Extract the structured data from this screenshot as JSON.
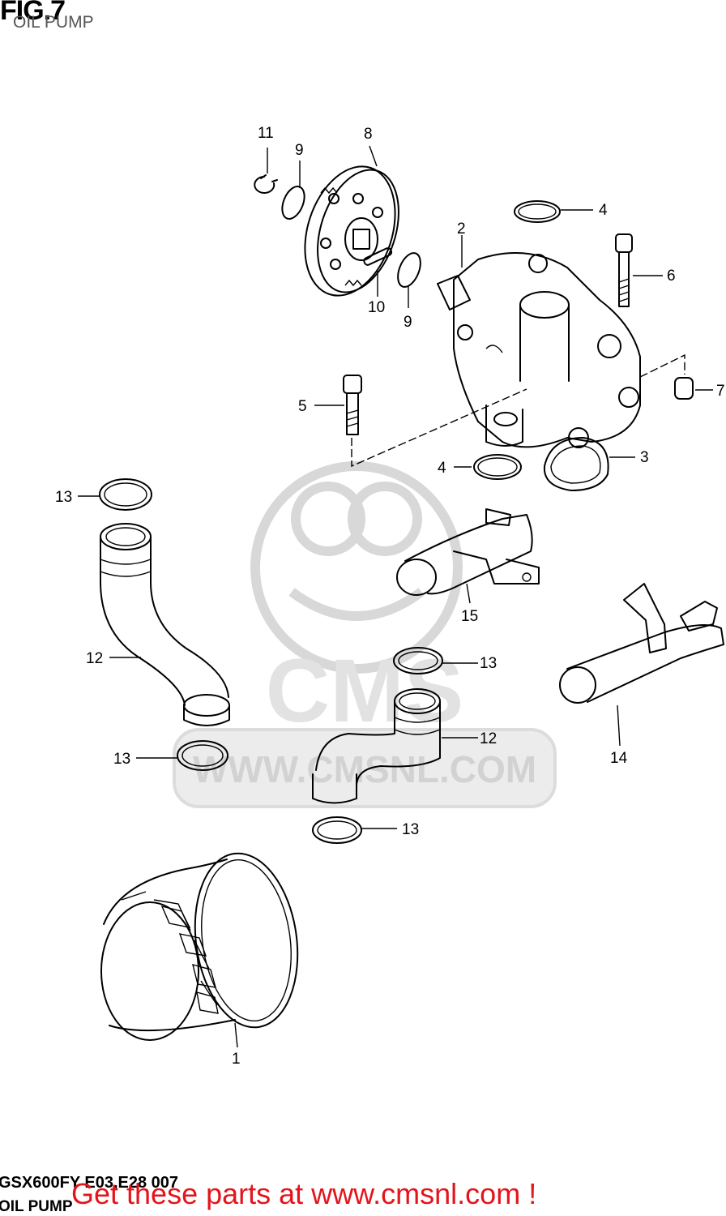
{
  "header": {
    "figure": "FIG.7",
    "subtitle": "OIL PUMP"
  },
  "watermark": {
    "brand": "CMS",
    "url": "WWW.CMSNL.COM"
  },
  "callouts": {
    "c1": "1",
    "c2": "2",
    "c3": "3",
    "c4a": "4",
    "c4b": "4",
    "c5": "5",
    "c6": "6",
    "c7": "7",
    "c8": "8",
    "c9a": "9",
    "c9b": "9",
    "c10": "10",
    "c11": "11",
    "c12a": "12",
    "c12b": "12",
    "c13a": "13",
    "c13b": "13",
    "c13c": "13",
    "c13d": "13",
    "c14": "14",
    "c15": "15"
  },
  "footer": {
    "code": "GSX600FY E03,E28 007",
    "name": "OIL PUMP",
    "promo": "Get these parts at www.cmsnl.com !"
  },
  "colors": {
    "promo": "#e4141b",
    "watermark": "#d8d8d8"
  }
}
